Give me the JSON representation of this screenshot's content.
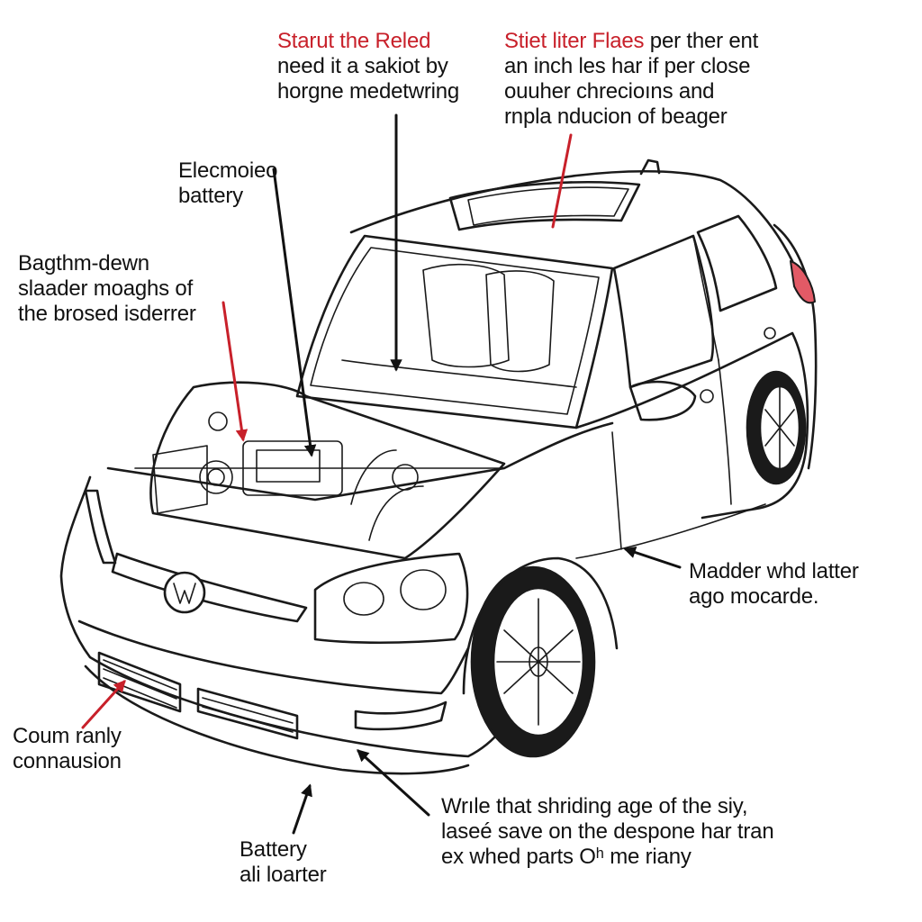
{
  "colors": {
    "ink": "#111111",
    "accent": "#c8202a",
    "background": "#ffffff",
    "taillight": "#e25a66"
  },
  "icons": {
    "car": "hatchback-car-line-drawing",
    "badge": "vw-logo-icon",
    "arrow": "leader-arrow"
  },
  "callouts": {
    "top_center": {
      "red_line": "Starut the Reled",
      "lines": [
        "need it a sakiot by",
        "horgne medetwring"
      ]
    },
    "top_right": {
      "red_text": "Stiet liter Flaes",
      "line1_rest": " per ther ent",
      "lines": [
        "an inch les har if per close",
        "ouuher chrecioıns and",
        "rnpla nducion of beager"
      ]
    },
    "battery_upper": {
      "lines": [
        "Elecmoieo",
        "battery"
      ]
    },
    "left_middle": {
      "lines": [
        "Bagthm-dewn",
        "slaader moaghs of",
        "the brosed isderrer"
      ]
    },
    "right_side": {
      "lines": [
        "Madder whd latter",
        "ago mocarde."
      ]
    },
    "bottom_left": {
      "lines": [
        "Coum ranly",
        "connausion"
      ]
    },
    "bottom_battery": {
      "lines": [
        "Battery",
        "ali loarter"
      ]
    },
    "bottom_right": {
      "lines": [
        "Wrıle that shriding age of the siy,",
        "laseé save on the despone har tran",
        "ex whed parts Oʰ me riany"
      ]
    }
  }
}
